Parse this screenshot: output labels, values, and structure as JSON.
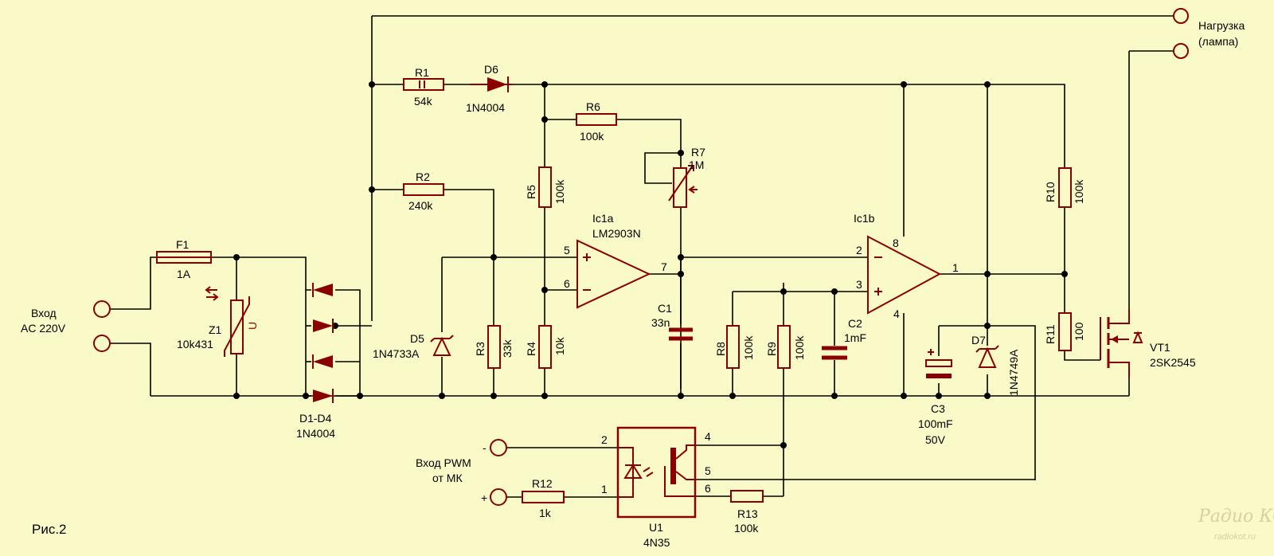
{
  "labels": {
    "load_line1": "Нагрузка",
    "load_line2": "(лампа)",
    "input_line1": "Вход",
    "input_line2": "AC 220V",
    "pwm_line1": "Вход PWM",
    "pwm_line2": "от МК",
    "pwm_minus": "-",
    "pwm_plus": "+",
    "figure": "Рис.2",
    "watermark1": "Радио КОТ",
    "watermark2": "radiokot.ru"
  },
  "components": {
    "F1": {
      "ref": "F1",
      "value": "1A"
    },
    "Z1": {
      "ref": "Z1",
      "value": "10k431",
      "sym": "U"
    },
    "D1D4": {
      "ref": "D1-D4",
      "value": "1N4004"
    },
    "R1": {
      "ref": "R1",
      "value": "54k"
    },
    "D6": {
      "ref": "D6",
      "value": "1N4004"
    },
    "R2": {
      "ref": "R2",
      "value": "240k"
    },
    "R3": {
      "ref": "R3",
      "value": "33k"
    },
    "R4": {
      "ref": "R4",
      "value": "10k"
    },
    "R5": {
      "ref": "R5",
      "value": "100k"
    },
    "R6": {
      "ref": "R6",
      "value": "100k"
    },
    "R7": {
      "ref": "R7",
      "value": "1M"
    },
    "D5": {
      "ref": "D5",
      "value": "1N4733A"
    },
    "IC1a": {
      "ref": "Ic1a",
      "value": "LM2903N"
    },
    "C1": {
      "ref": "C1",
      "value": "33n"
    },
    "IC1b": {
      "ref": "Ic1b"
    },
    "R8": {
      "ref": "R8",
      "value": "100k"
    },
    "R9": {
      "ref": "R9",
      "value": "100k"
    },
    "C2": {
      "ref": "C2",
      "value": "1mF"
    },
    "C3": {
      "ref": "C3",
      "value": "100mF",
      "voltage": "50V"
    },
    "D7": {
      "ref": "D7",
      "value": "1N4749A"
    },
    "R10": {
      "ref": "R10",
      "value": "100k"
    },
    "R11": {
      "ref": "R11",
      "value": "100"
    },
    "VT1": {
      "ref": "VT1",
      "value": "2SK2545"
    },
    "U1": {
      "ref": "U1",
      "value": "4N35"
    },
    "R12": {
      "ref": "R12",
      "value": "1k"
    },
    "R13": {
      "ref": "R13",
      "value": "100k"
    }
  },
  "pins": {
    "ic1a_in_plus": "5",
    "ic1a_in_minus": "6",
    "ic1a_out": "7",
    "ic1b_in_minus": "2",
    "ic1b_in_plus": "3",
    "ic1b_out": "1",
    "ic1b_vcc": "8",
    "ic1b_gnd": "4",
    "u1_p1": "1",
    "u1_p2": "2",
    "u1_p4": "4",
    "u1_p5": "5",
    "u1_p6": "6",
    "opamp_plus": "+",
    "opamp_minus": "−"
  }
}
